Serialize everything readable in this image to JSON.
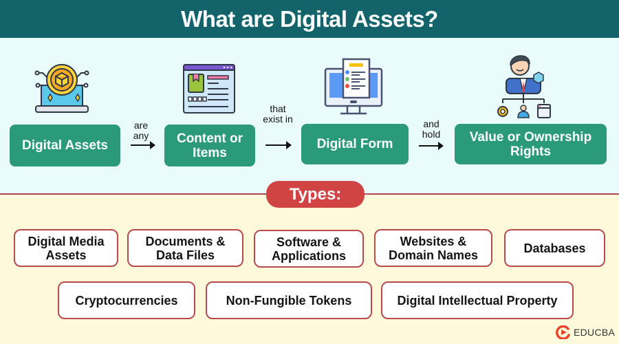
{
  "header": {
    "title": "What are Digital Assets?"
  },
  "flow": {
    "steps": [
      {
        "label": "Digital Assets",
        "icon": "coin-laptop-icon"
      },
      {
        "label": "Content or Items",
        "icon": "web-content-icon"
      },
      {
        "label": "Digital Form",
        "icon": "monitor-document-icon"
      },
      {
        "label": "Value or Ownership Rights",
        "icon": "owner-hierarchy-icon"
      }
    ],
    "connectors": [
      {
        "line1": "are",
        "line2": "any"
      },
      {
        "line1": "that",
        "line2": "exist in"
      },
      {
        "line1": "and",
        "line2": "hold"
      }
    ]
  },
  "types": {
    "heading": "Types:",
    "row1": [
      {
        "line1": "Digital Media",
        "line2": "Assets"
      },
      {
        "line1": "Documents &",
        "line2": "Data Files"
      },
      {
        "line1": "Software &",
        "line2": "Applications"
      },
      {
        "line1": "Websites &",
        "line2": "Domain Names"
      },
      {
        "line1": "Databases",
        "line2": ""
      }
    ],
    "row2": [
      {
        "label": "Cryptocurrencies"
      },
      {
        "label": "Non-Fungible Tokens"
      },
      {
        "label": "Digital Intellectual Property"
      }
    ]
  },
  "branding": {
    "logo_text": "EDUCBA"
  },
  "colors": {
    "header_bg": "#13636b",
    "step_box": "#2b9a7b",
    "types_pill": "#d04444",
    "type_border": "#b84a4b",
    "top_bg": "#e9fcfb",
    "bottom_bg": "#fff9dc"
  }
}
